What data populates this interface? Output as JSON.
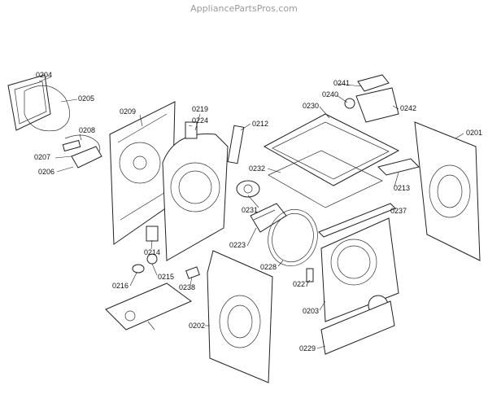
{
  "watermark": "AppliancePartsPros.com",
  "labels": [
    {
      "id": "0204",
      "text": "0204"
    },
    {
      "id": "0205",
      "text": "0205"
    },
    {
      "id": "0209",
      "text": "0209"
    },
    {
      "id": "0219",
      "text": "0219"
    },
    {
      "id": "0224",
      "text": "0224"
    },
    {
      "id": "0212",
      "text": "0212"
    },
    {
      "id": "0208",
      "text": "0208"
    },
    {
      "id": "0207",
      "text": "0207"
    },
    {
      "id": "0206",
      "text": "0206"
    },
    {
      "id": "0241",
      "text": "0241"
    },
    {
      "id": "0240",
      "text": "0240"
    },
    {
      "id": "0230",
      "text": "0230"
    },
    {
      "id": "0242",
      "text": "0242"
    },
    {
      "id": "0201",
      "text": "0201"
    },
    {
      "id": "0232",
      "text": "0232"
    },
    {
      "id": "0213",
      "text": "0213"
    },
    {
      "id": "0231",
      "text": "0231"
    },
    {
      "id": "0237",
      "text": "0237"
    },
    {
      "id": "0223",
      "text": "0223"
    },
    {
      "id": "0214",
      "text": "0214"
    },
    {
      "id": "0228",
      "text": "0228"
    },
    {
      "id": "0227",
      "text": "0227"
    },
    {
      "id": "0216",
      "text": "0216"
    },
    {
      "id": "0215",
      "text": "0215"
    },
    {
      "id": "0238",
      "text": "0238"
    },
    {
      "id": "0203",
      "text": "0203"
    },
    {
      "id": "0202",
      "text": "0202"
    },
    {
      "id": "0229",
      "text": "0229"
    }
  ]
}
